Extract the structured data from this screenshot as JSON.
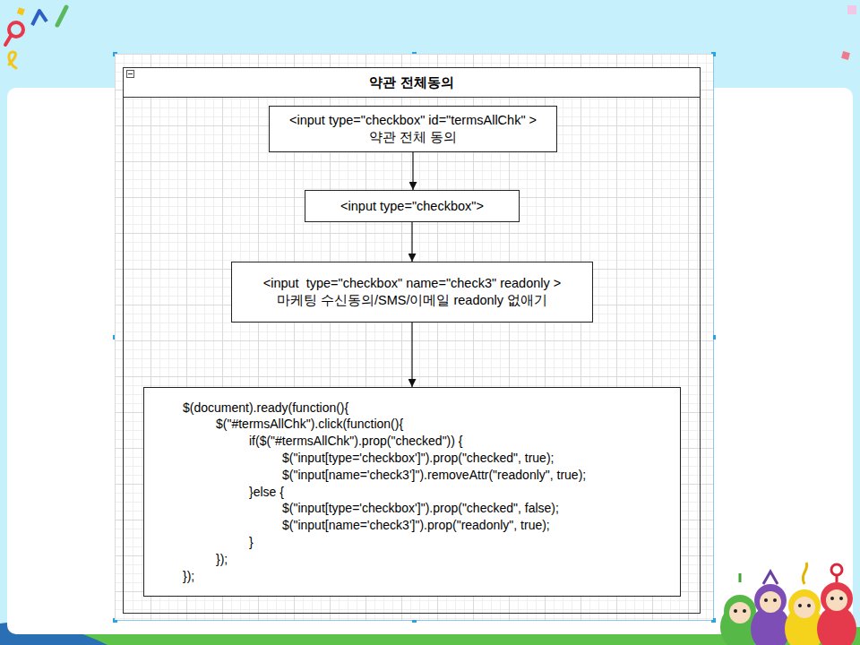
{
  "diagram": {
    "nodes": [
      {
        "text": [
          "약관 전체동의"
        ]
      },
      {
        "text": [
          "<input type=\"checkbox\" id=\"termsAllChk\" >",
          "약관 전체 동의"
        ],
        "in": 0
      },
      {
        "text": [
          "<input type=\"checkbox\">"
        ],
        "in": 0
      },
      {
        "text": [
          "<input  type=\"checkbox\" name=\"check3\" readonly >",
          "마케팅 수신동의/SMS/이메일 readonly 없애기"
        ],
        "in": 0
      },
      {
        "text": [
          "$(document).ready(function(){",
          "$(\"#termsAllChk\").click(function(){",
          "if($(\"#termsAllChk\").prop(\"checked\")) {",
          "$(\"input[type='checkbox']\").prop(\"checked\", true);",
          "$(\"input[name='check3']\").removeAttr(\"readonly\", true);",
          "}else {",
          "$(\"input[type='checkbox']\").prop(\"checked\", false);",
          "$(\"input[name='check3']\").prop(\"readonly\", true);",
          "}",
          "});",
          "});"
        ],
        "in": 0
      }
    ],
    "edges": [
      {
        "from": 1,
        "to": 2,
        "arrow": "to"
      },
      {
        "from": 2,
        "to": 3,
        "arrow": "to"
      },
      {
        "from": 3,
        "to": 4,
        "arrow": "to"
      }
    ]
  }
}
